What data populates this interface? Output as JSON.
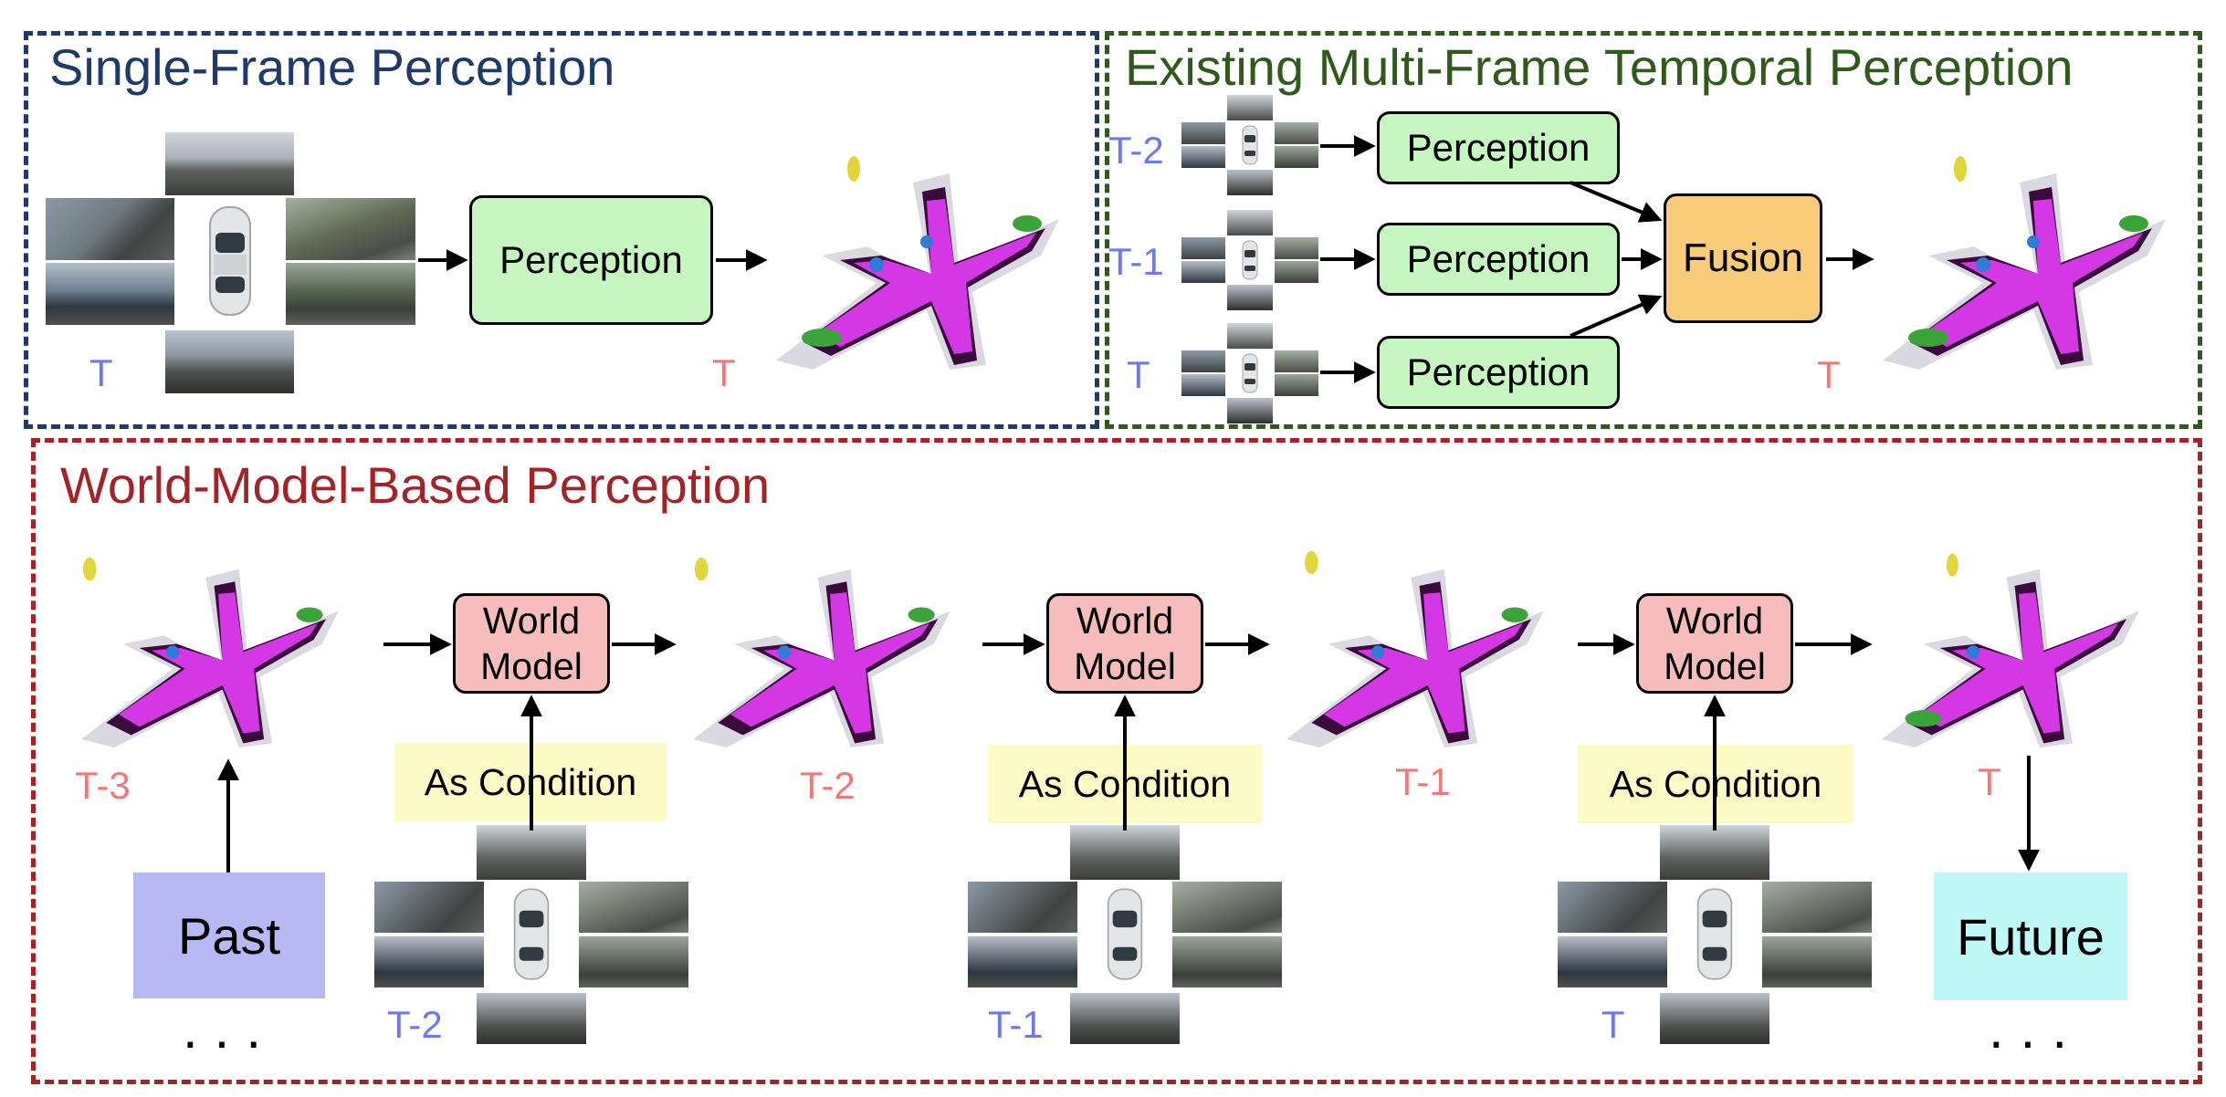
{
  "panels": {
    "single_frame": {
      "title": "Single-Frame Perception"
    },
    "multi_frame": {
      "title": "Existing Multi-Frame Temporal Perception"
    },
    "world_model": {
      "title": "World-Model-Based Perception"
    }
  },
  "single": {
    "input_time": "T",
    "perception": "Perception",
    "output_time": "T"
  },
  "multi": {
    "rows": [
      {
        "time": "T-2",
        "perception": "Perception"
      },
      {
        "time": "T-1",
        "perception": "Perception"
      },
      {
        "time": "T",
        "perception": "Perception"
      }
    ],
    "fusion": "Fusion",
    "output_time": "T"
  },
  "world": {
    "occupancy_times": [
      "T-3",
      "T-2",
      "T-1",
      "T"
    ],
    "world_model_label_line1": "World",
    "world_model_label_line2": "Model",
    "condition": "As Condition",
    "camera_times": [
      "T-2",
      "T-1",
      "T"
    ],
    "past": "Past",
    "future": "Future",
    "ellipsis": "..."
  },
  "colors": {
    "blue_panel": "#1d3a6b",
    "green_panel": "#2f5a1c",
    "red_panel": "#a42329",
    "input_time": "#6f79ee",
    "output_time": "#f27878",
    "road": "#d338e4",
    "sidewalk": "#3a0a3c",
    "terrain": "#d1cfd9"
  }
}
